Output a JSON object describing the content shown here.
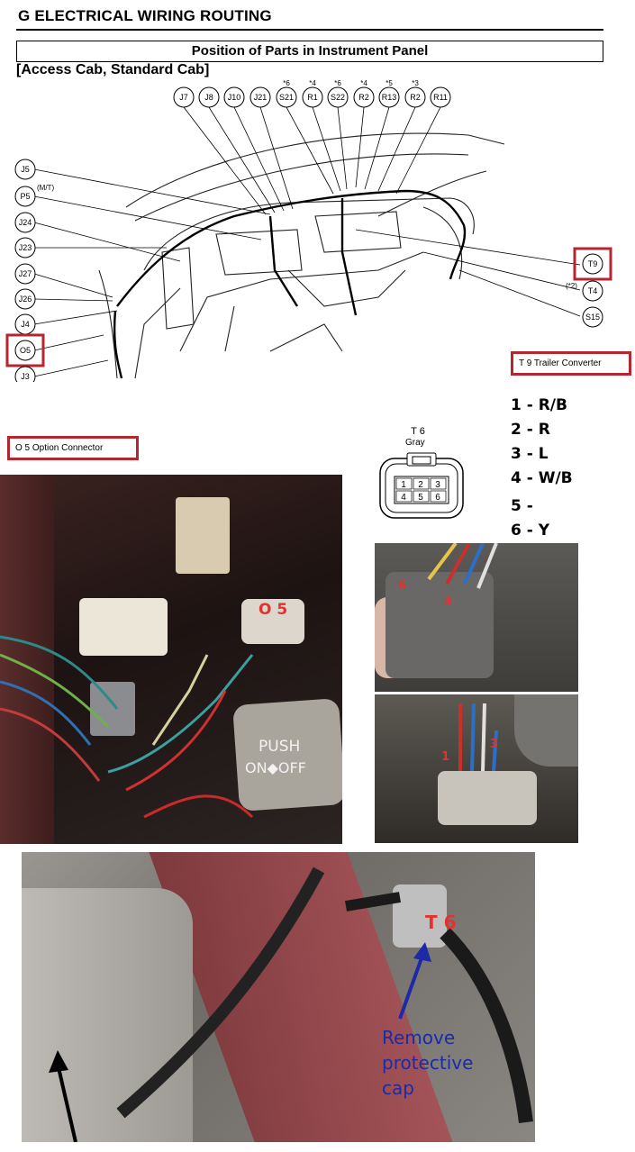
{
  "header": {
    "section_title": "G  ELECTRICAL WIRING ROUTING",
    "panel_title": "Position of Parts in Instrument Panel",
    "cab_title": "[Access Cab, Standard Cab]"
  },
  "connectors_top": [
    "J7",
    "J8",
    "J10",
    "J21",
    "S21",
    "R1",
    "S22",
    "R2",
    "R13",
    "R2",
    "R11"
  ],
  "connectors_top_notes": [
    "",
    "",
    "",
    "",
    "*6",
    "*4",
    "*6",
    "*4",
    "*5",
    "*3",
    ""
  ],
  "connectors_left": [
    "J5",
    "P5",
    "J24",
    "J23",
    "J27",
    "J26",
    "J4",
    "O5",
    "J3"
  ],
  "p5_note": "(M/T)",
  "connectors_right": [
    "T9",
    "T4",
    "S15"
  ],
  "t4_note": "(*2)",
  "callouts": {
    "t9": "T  9  Trailer Converter",
    "o5": "O  5  Option Connector"
  },
  "t6_diagram": {
    "name": "T 6",
    "color": "Gray",
    "pins": [
      "1",
      "2",
      "3",
      "4",
      "5",
      "6"
    ]
  },
  "pinout": [
    "1 - R/B",
    "2 - R",
    "3 - L",
    "4 -  W/B",
    "5 -",
    "6 - Y"
  ],
  "photo_labels": {
    "o5_label": "O 5",
    "push_label": "PUSH",
    "onoff_label": "ON◆OFF",
    "pin6": "6",
    "pin4": "4",
    "pin1": "1",
    "pin3": "3",
    "t6_label": "T 6",
    "remove_cap": "Remove protective cap"
  },
  "colors": {
    "callout_border": "#b5262e",
    "pin_label_red": "#e2322d",
    "arrow_blue": "#1c2aa8"
  }
}
